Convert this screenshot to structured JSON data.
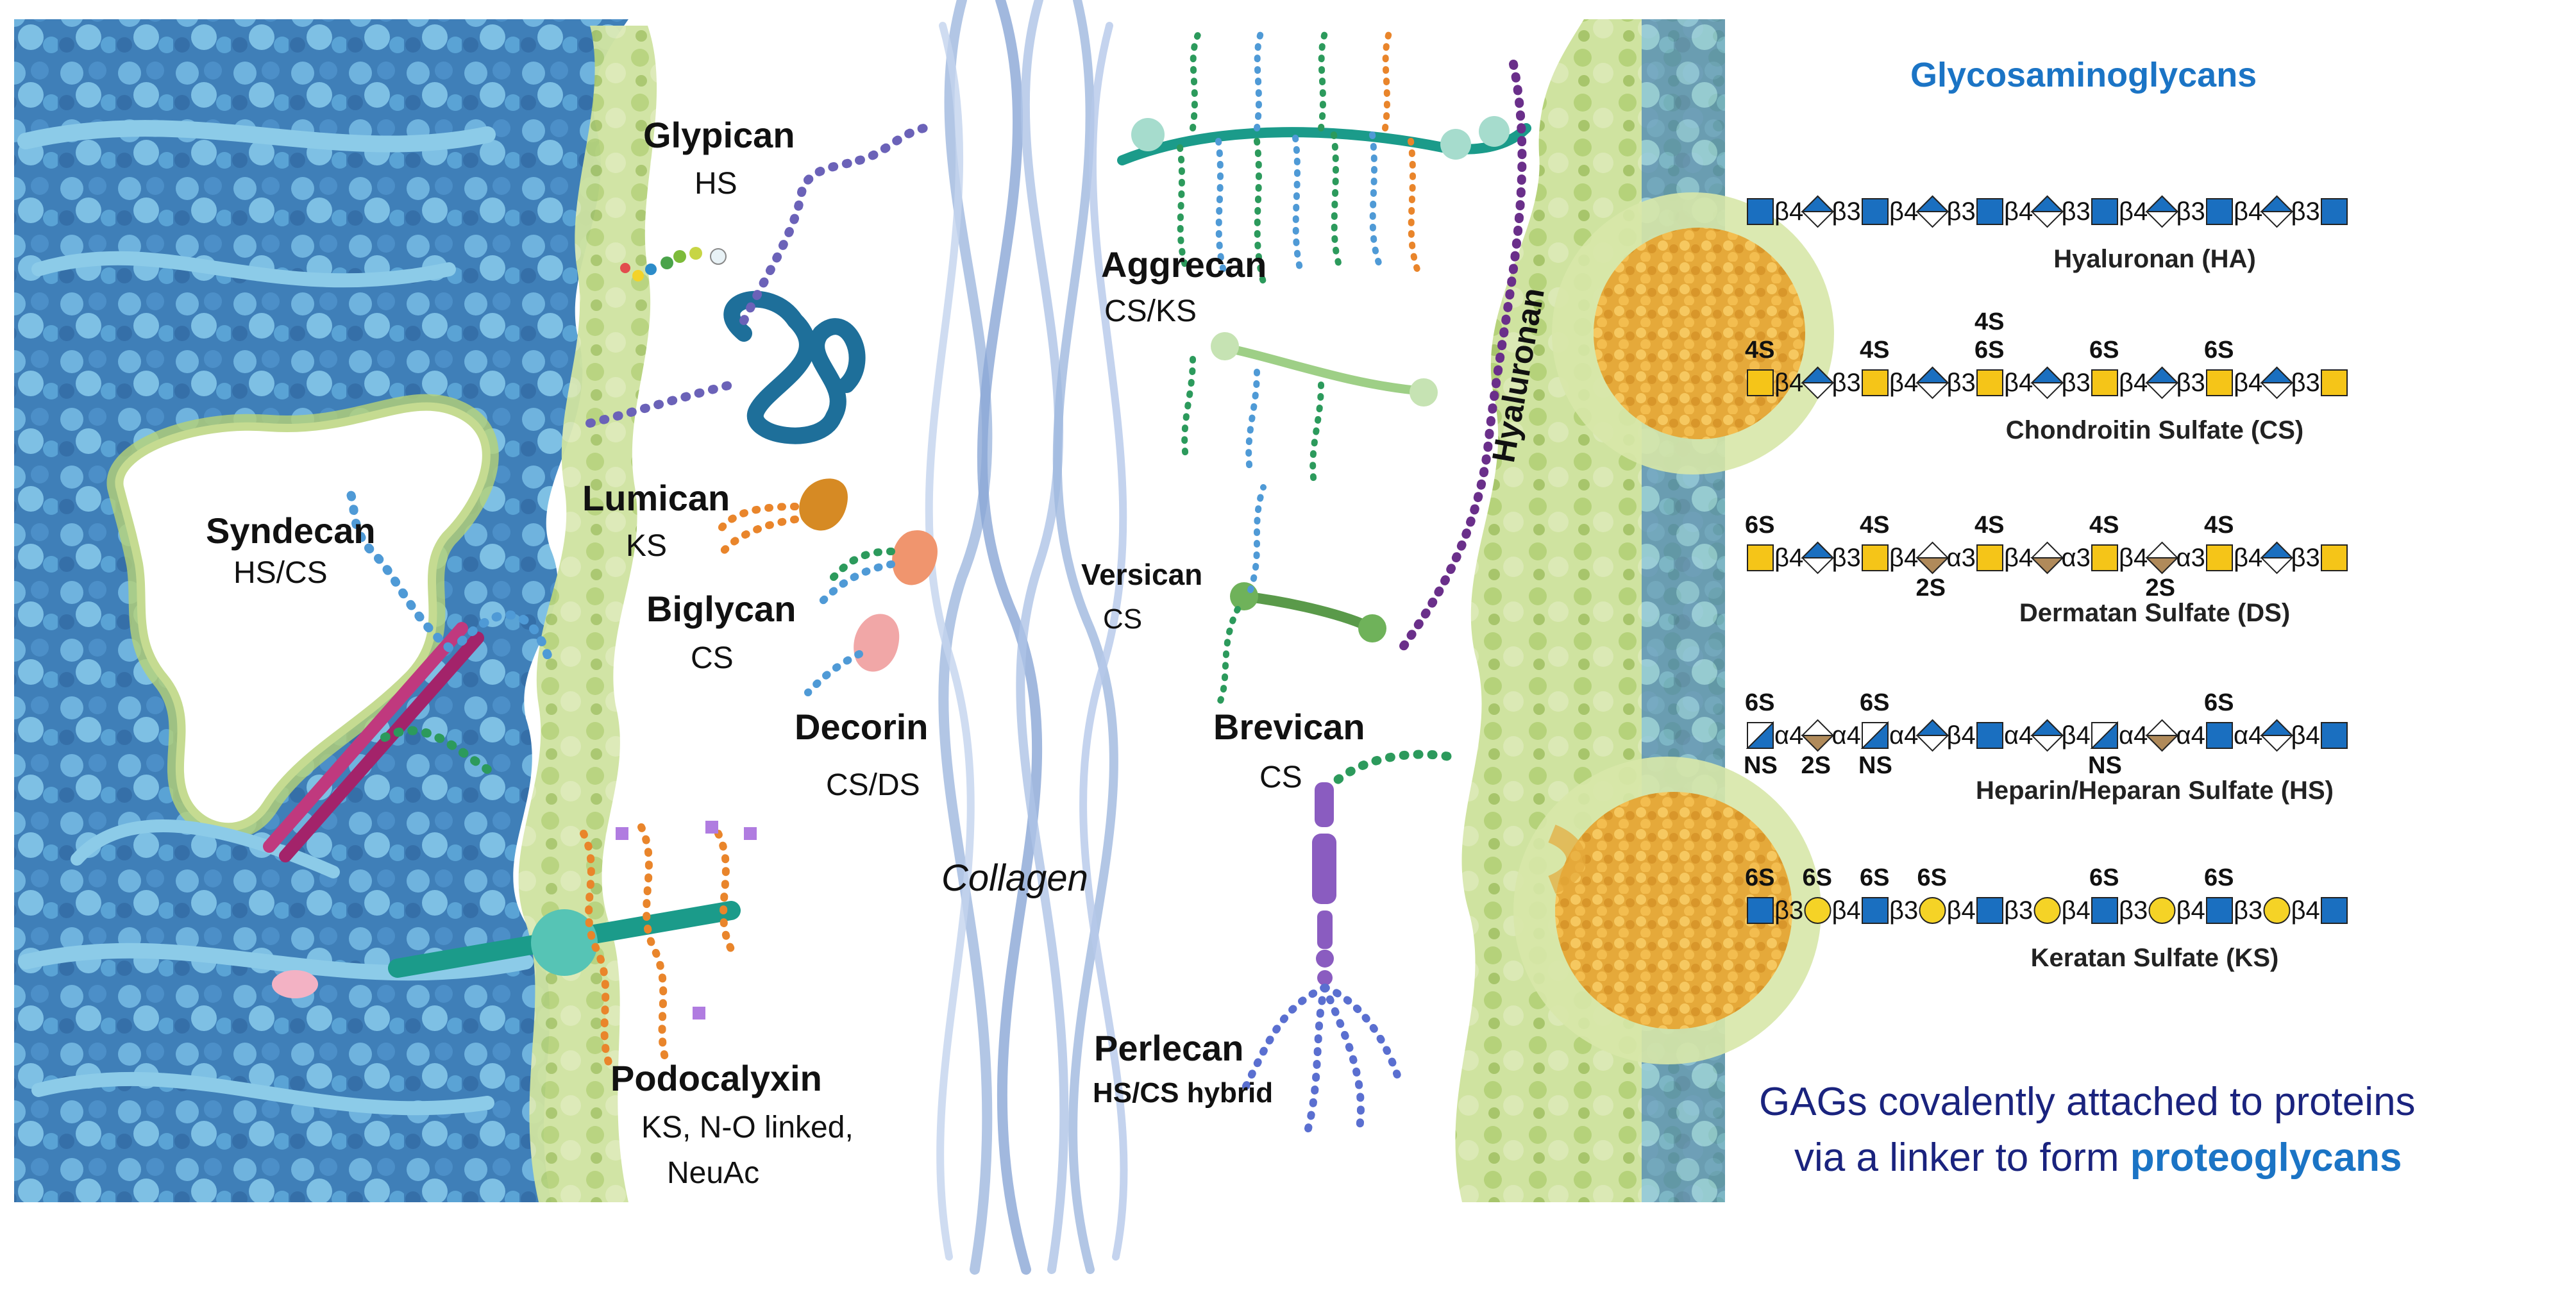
{
  "proteoglycans": {
    "glypican": {
      "name": "Glypican",
      "gag": "HS"
    },
    "syndecan": {
      "name": "Syndecan",
      "gag": "HS/CS"
    },
    "lumican": {
      "name": "Lumican",
      "gag": "KS"
    },
    "biglycan": {
      "name": "Biglycan",
      "gag": "CS"
    },
    "decorin": {
      "name": "Decorin",
      "gag": "CS/DS"
    },
    "podocalyxin": {
      "name": "Podocalyxin",
      "gag_line1": "KS, N-O linked,",
      "gag_line2": "NeuAc"
    },
    "aggrecan": {
      "name": "Aggrecan",
      "gag": "CS/KS"
    },
    "versican": {
      "name": "Versican",
      "gag": "CS"
    },
    "brevican": {
      "name": "Brevican",
      "gag": "CS"
    },
    "perlecan": {
      "name": "Perlecan",
      "gag": "HS/CS hybrid"
    }
  },
  "collagen_label": "Collagen",
  "hyaluronan_label": "Hyaluronan",
  "gag_panel": {
    "title": "Glycosaminoglycans",
    "rows": [
      {
        "name": "Hyaluronan (HA)",
        "linkages": [
          "β4",
          "β3",
          "β4",
          "β3",
          "β4",
          "β3",
          "β4",
          "β3",
          "β4",
          "β3"
        ],
        "top_mods": [],
        "bottom_mods": []
      },
      {
        "name": "Chondroitin Sulfate (CS)",
        "linkages": [
          "β4",
          "β3",
          "β4",
          "β3",
          "β4",
          "β3",
          "β4",
          "β3",
          "β4",
          "β3"
        ],
        "top_mods": [
          "4S",
          "4S",
          "4S",
          "6S",
          "6S",
          "6S"
        ],
        "bottom_mods": []
      },
      {
        "name": "Dermatan Sulfate (DS)",
        "linkages": [
          "β4",
          "β3",
          "β4",
          "α3",
          "β4",
          "α3",
          "β4",
          "α3",
          "β4",
          "β3"
        ],
        "top_mods": [
          "6S",
          "4S",
          "4S",
          "4S",
          "4S"
        ],
        "bottom_mods": [
          "2S",
          "2S"
        ]
      },
      {
        "name": "Heparin/Heparan Sulfate (HS)",
        "linkages": [
          "α4",
          "α4",
          "α4",
          "β4",
          "α4",
          "β4",
          "α4",
          "α4",
          "α4",
          "β4"
        ],
        "top_mods": [
          "6S",
          "6S",
          "6S"
        ],
        "bottom_mods": [
          "NS",
          "2S",
          "NS",
          "NS"
        ]
      },
      {
        "name": "Keratan Sulfate (KS)",
        "linkages": [
          "β3",
          "β4",
          "β3",
          "β4",
          "β3",
          "β4",
          "β3",
          "β4",
          "β3",
          "β4"
        ],
        "top_mods": [
          "6S",
          "6S",
          "6S",
          "6S",
          "6S",
          "6S"
        ],
        "bottom_mods": []
      }
    ]
  },
  "note": {
    "line1": "GAGs covalently attached to proteins",
    "line2_prefix": "via a linker to form ",
    "line2_highlight": "proteoglycans"
  },
  "colors": {
    "glcnac_blue": "#1a6fc0",
    "galnac_yellow": "#f5c518",
    "galactose_yellow": "#f5d326",
    "iduronic_tan": "#b08a5a",
    "title_blue": "#1b74c5",
    "note_navy": "#1a237e",
    "collagen": "#8fa9d6",
    "tissue_blue": "#5b9ccc",
    "matrix_green": "#b9d47a"
  }
}
